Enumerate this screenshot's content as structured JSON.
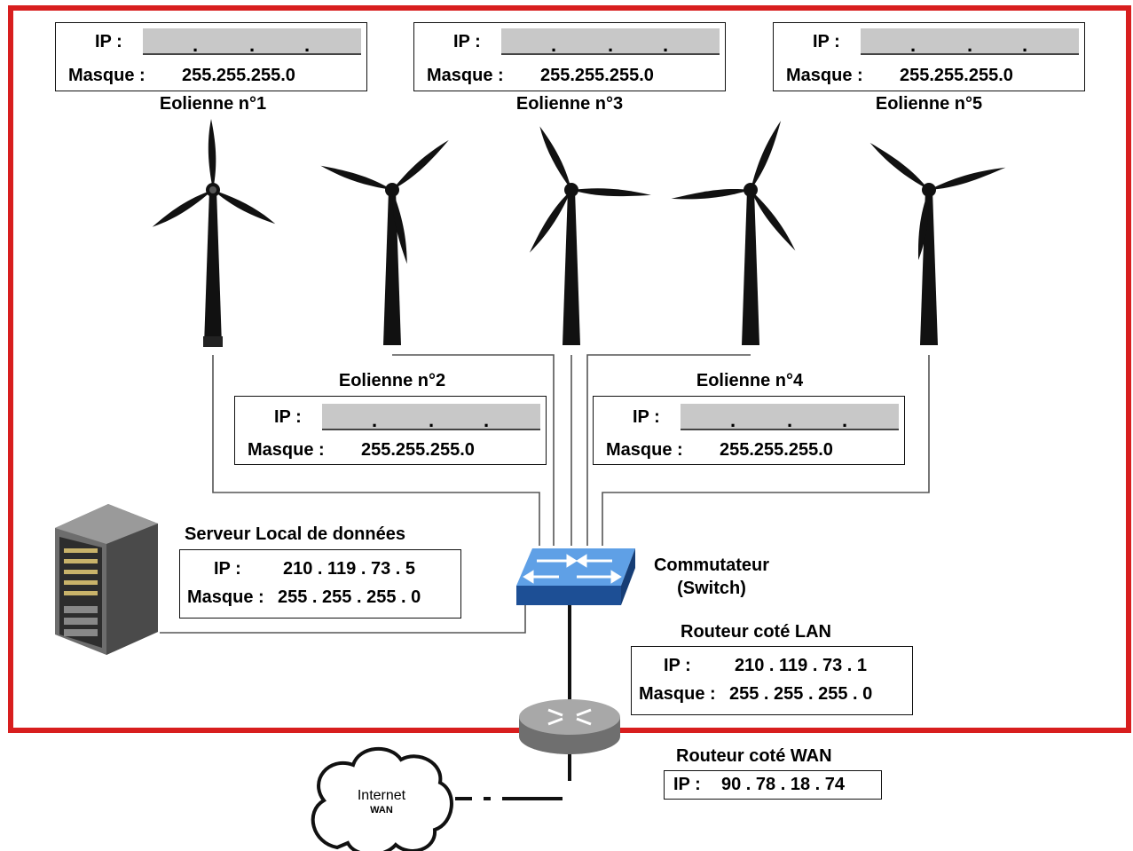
{
  "colors": {
    "zone_border": "#d81e1e",
    "switch_blue": "#2c6fc4",
    "router_gray": "#9a9a9a"
  },
  "turbines": [
    {
      "name": "Eolienne n°1",
      "ip_label": "IP :",
      "mask_label": "Masque :",
      "mask_value": "255.255.255.0"
    },
    {
      "name": "Eolienne n°2",
      "ip_label": "IP :",
      "mask_label": "Masque :",
      "mask_value": "255.255.255.0"
    },
    {
      "name": "Eolienne n°3",
      "ip_label": "IP :",
      "mask_label": "Masque :",
      "mask_value": "255.255.255.0"
    },
    {
      "name": "Eolienne n°4",
      "ip_label": "IP :",
      "mask_label": "Masque :",
      "mask_value": "255.255.255.0"
    },
    {
      "name": "Eolienne n°5",
      "ip_label": "IP :",
      "mask_label": "Masque :",
      "mask_value": "255.255.255.0"
    }
  ],
  "server": {
    "title": "Serveur Local de données",
    "ip_label": "IP :",
    "ip_value": "210 . 119 . 73 . 5",
    "mask_label": "Masque :",
    "mask_value": "255 . 255 . 255 . 0"
  },
  "switch": {
    "line1": "Commutateur",
    "line2": "(Switch)"
  },
  "router_lan": {
    "title": "Routeur coté LAN",
    "ip_label": "IP :",
    "ip_value": "210 . 119 . 73 . 1",
    "mask_label": "Masque :",
    "mask_value": "255 . 255 . 255 . 0"
  },
  "router_wan": {
    "title": "Routeur coté WAN",
    "ip_label": "IP :",
    "ip_value": "90 . 78 . 18 . 74"
  },
  "internet": {
    "line1": "Internet",
    "line2": "WAN"
  }
}
